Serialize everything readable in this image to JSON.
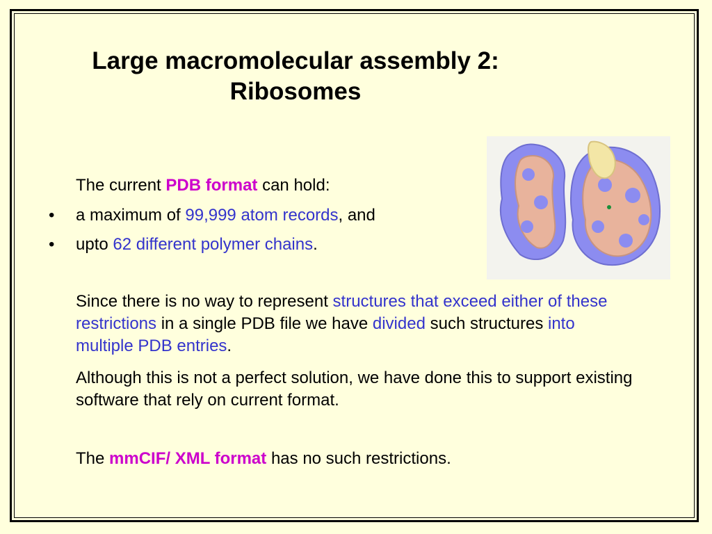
{
  "slide": {
    "title_line1": "Large macromolecular assembly 2:",
    "title_line2": "Ribosomes",
    "intro": {
      "pre": "The current ",
      "highlight": "PDB format",
      "post": " can hold:"
    },
    "bullets": [
      {
        "marker": "•",
        "pre": "a maximum of ",
        "highlight": "99,999 atom records",
        "post": ", and"
      },
      {
        "marker": "•",
        "pre": "upto ",
        "highlight": "62 different polymer chains",
        "post": "."
      }
    ],
    "para1": {
      "t1": "Since there is no way to represent ",
      "h1": "structures that exceed either of these restrictions",
      "t2": " in a single PDB file we have ",
      "h2": "divided",
      "t3": " such structures ",
      "h3": "into multiple PDB entries",
      "t4": "."
    },
    "para2": "Although this is not a perfect solution, we have done this to support existing software that rely on current format.",
    "para3": {
      "pre": "The ",
      "highlight": "mmCIF/ XML format",
      "post": " has no such restrictions."
    }
  },
  "colors": {
    "background": "#ffffdd",
    "highlight_blue": "#3333cc",
    "highlight_magenta": "#cc00cc",
    "protein_blue": "#8c8cf0",
    "rna_salmon": "#e8b39c",
    "ligand_yellow": "#f3e6a6"
  },
  "image": {
    "icon": "ribosome-structure-image"
  }
}
